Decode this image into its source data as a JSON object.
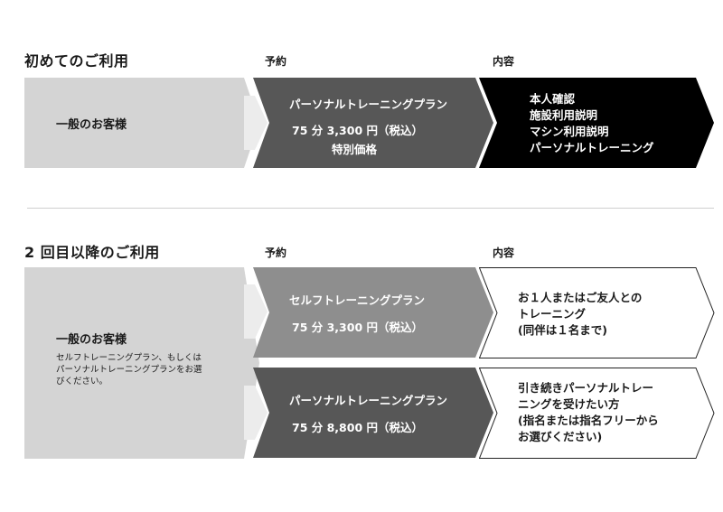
{
  "first": {
    "title": "初めてのご利用",
    "col_reservation": "予約",
    "col_content": "内容",
    "customer_label": "一般のお客様",
    "plan": {
      "name": "パーソナルトレーニングプラン",
      "price": "75 分 3,300 円（税込）",
      "note": "特別価格"
    },
    "content": [
      "本人確認",
      "施設利用説明",
      "マシン利用説明",
      "パーソナルトレーニング"
    ]
  },
  "repeat": {
    "title": "2 回目以降のご利用",
    "col_reservation": "予約",
    "col_content": "内容",
    "customer_label": "一般のお客様",
    "customer_desc": [
      "セルフトレーニングプラン、もしくは",
      "パーソナルトレーニングプランをお選",
      "びください。"
    ],
    "plan_self": {
      "name": "セルフトレーニングプラン",
      "price": "75 分 3,300 円（税込）",
      "content": [
        "お１人またはご友人との",
        "トレーニング",
        "(同伴は１名まで)"
      ]
    },
    "plan_personal": {
      "name": "パーソナルトレーニングプラン",
      "price": "75 分 8,800 円（税込）",
      "content": [
        "引き続きパーソナルトレー",
        "ニングを受けたい方",
        "(指名または指名フリーから",
        "お選びください)"
      ]
    }
  },
  "colors": {
    "light_gray": "#d4d4d4",
    "dark_gray": "#575757",
    "mid_gray": "#8e8e8e",
    "black": "#000000",
    "white": "#ffffff"
  }
}
